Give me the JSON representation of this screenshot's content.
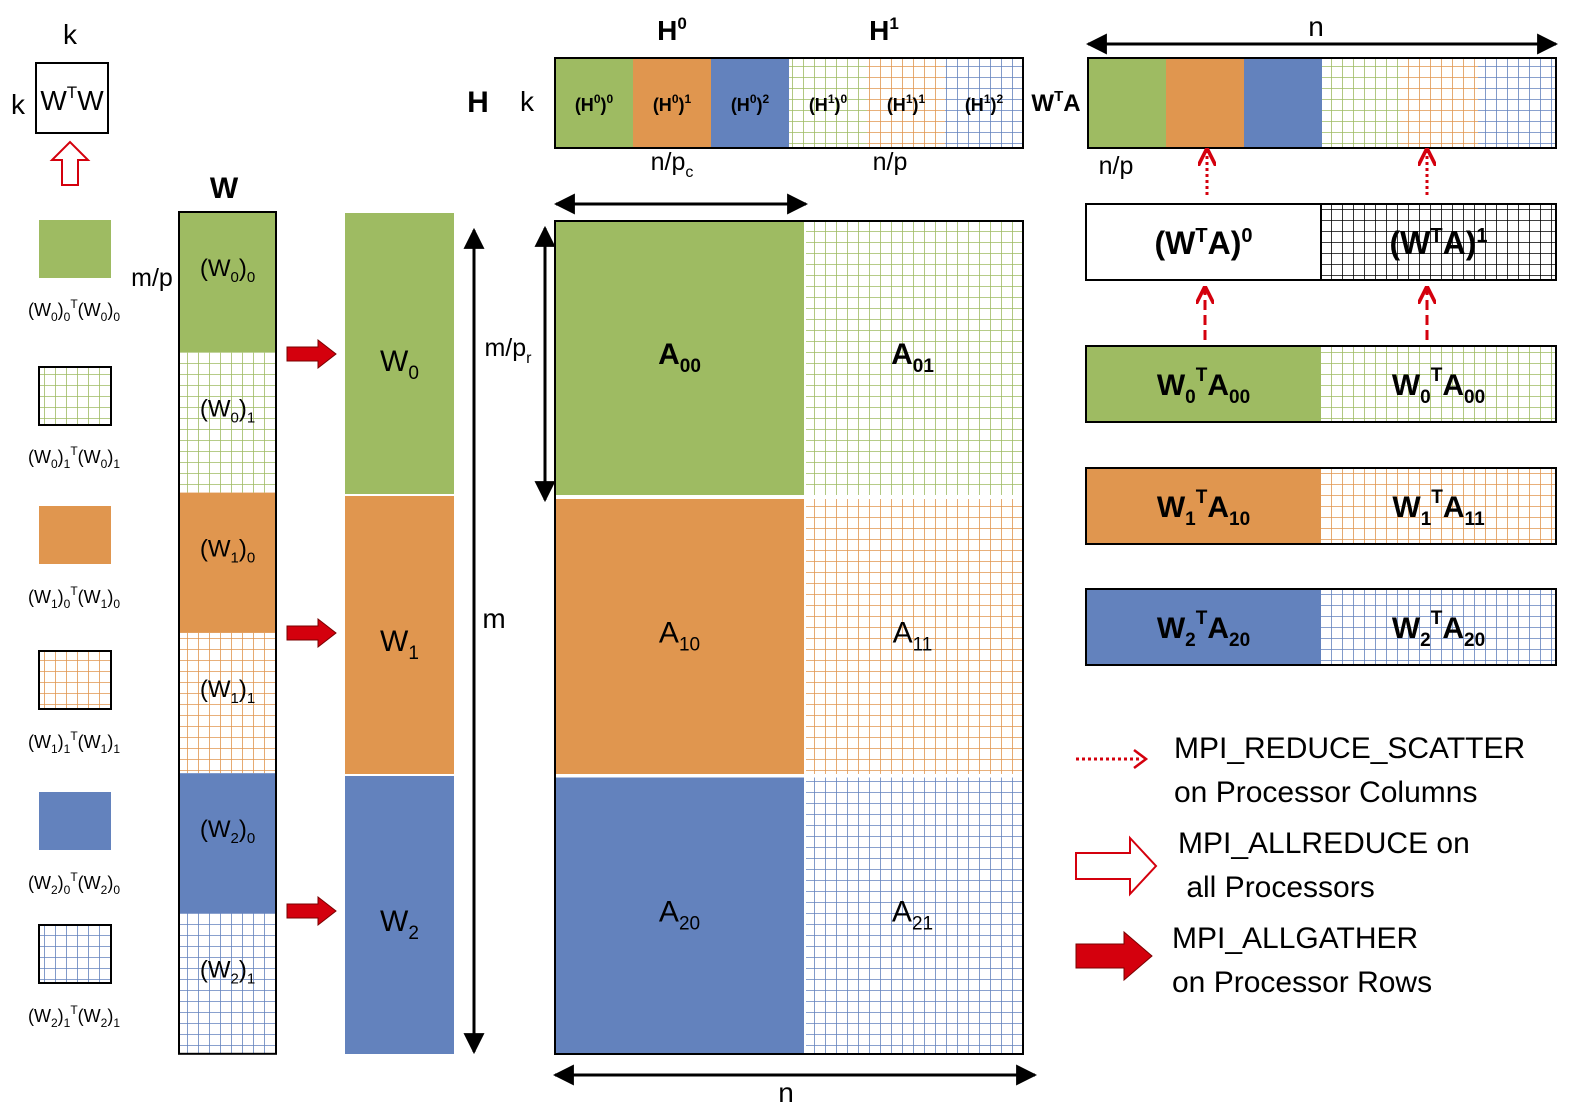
{
  "colors": {
    "green": "#9ebb62",
    "orange": "#e0964f",
    "blue": "#6382bd",
    "red": "#d4000d",
    "black": "#000000"
  },
  "wtw": {
    "k_top": "k",
    "k_left": "k",
    "box_label": {
      "base": "W",
      "sup": "T",
      "tail": "W"
    }
  },
  "w_column": {
    "title": "W",
    "side_label": "m/p",
    "blocks": [
      {
        "base": "(W",
        "sub1": "0",
        "close": ")",
        "sub2": "0",
        "color": "green",
        "pattern": "solid"
      },
      {
        "base": "(W",
        "sub1": "0",
        "close": ")",
        "sub2": "1",
        "color": "green",
        "pattern": "grid"
      },
      {
        "base": "(W",
        "sub1": "1",
        "close": ")",
        "sub2": "0",
        "color": "orange",
        "pattern": "solid"
      },
      {
        "base": "(W",
        "sub1": "1",
        "close": ")",
        "sub2": "1",
        "color": "orange",
        "pattern": "grid"
      },
      {
        "base": "(W",
        "sub1": "2",
        "close": ")",
        "sub2": "0",
        "color": "blue",
        "pattern": "solid"
      },
      {
        "base": "(W",
        "sub1": "2",
        "close": ")",
        "sub2": "1",
        "color": "blue",
        "pattern": "grid"
      }
    ]
  },
  "legend_left": [
    {
      "color": "green",
      "pattern": "solid",
      "label": "(W0)0T(W0)0",
      "i": "0",
      "j": "0"
    },
    {
      "color": "green",
      "pattern": "grid",
      "label": "(W0)1T(W0)1",
      "i": "0",
      "j": "1"
    },
    {
      "color": "orange",
      "pattern": "solid",
      "label": "(W1)0T(W1)0",
      "i": "1",
      "j": "0"
    },
    {
      "color": "orange",
      "pattern": "grid",
      "label": "(W1)1T(W1)1",
      "i": "1",
      "j": "1"
    },
    {
      "color": "blue",
      "pattern": "solid",
      "label": "(W2)0T(W2)0",
      "i": "2",
      "j": "0"
    },
    {
      "color": "blue",
      "pattern": "grid",
      "label": "(W2)1T(W2)1",
      "i": "2",
      "j": "1"
    }
  ],
  "w_gathered": {
    "blocks": [
      {
        "base": "W",
        "sub": "0",
        "color": "green"
      },
      {
        "base": "W",
        "sub": "1",
        "color": "orange"
      },
      {
        "base": "W",
        "sub": "2",
        "color": "blue"
      }
    ],
    "m_label": "m"
  },
  "h_row": {
    "label": "H",
    "k_label": "k",
    "group_labels": [
      {
        "base": "H",
        "sup": "0"
      },
      {
        "base": "H",
        "sup": "1"
      }
    ],
    "cells": [
      {
        "i": "0",
        "j": "0",
        "color": "green",
        "pattern": "solid"
      },
      {
        "i": "0",
        "j": "1",
        "color": "orange",
        "pattern": "solid"
      },
      {
        "i": "0",
        "j": "2",
        "color": "blue",
        "pattern": "solid"
      },
      {
        "i": "1",
        "j": "0",
        "color": "green",
        "pattern": "grid"
      },
      {
        "i": "1",
        "j": "1",
        "color": "orange",
        "pattern": "grid"
      },
      {
        "i": "1",
        "j": "2",
        "color": "blue",
        "pattern": "grid"
      }
    ],
    "npc": {
      "base": "n/p",
      "sub": "c"
    },
    "np": "n/p"
  },
  "a_matrix": {
    "mpr": {
      "base": "m/p",
      "sub": "r"
    },
    "n_label": "n",
    "blocks": [
      {
        "base": "A",
        "sub": "00",
        "color": "green",
        "pattern": "solid",
        "bold": true
      },
      {
        "base": "A",
        "sub": "01",
        "color": "green",
        "pattern": "grid",
        "bold": true
      },
      {
        "base": "A",
        "sub": "10",
        "color": "orange",
        "pattern": "solid",
        "bold": false
      },
      {
        "base": "A",
        "sub": "11",
        "color": "orange",
        "pattern": "grid",
        "bold": false
      },
      {
        "base": "A",
        "sub": "20",
        "color": "blue",
        "pattern": "solid",
        "bold": false
      },
      {
        "base": "A",
        "sub": "21",
        "color": "blue",
        "pattern": "grid",
        "bold": false
      }
    ]
  },
  "wta_row": {
    "label": {
      "base": "W",
      "sup": "T",
      "tail": "A"
    },
    "n_label": "n",
    "np": "n/p",
    "cells": [
      {
        "color": "green",
        "pattern": "solid"
      },
      {
        "color": "orange",
        "pattern": "solid"
      },
      {
        "color": "blue",
        "pattern": "solid"
      },
      {
        "color": "green",
        "pattern": "grid"
      },
      {
        "color": "orange",
        "pattern": "grid"
      },
      {
        "color": "blue",
        "pattern": "grid"
      }
    ]
  },
  "wta_split": [
    {
      "base": "(W",
      "sup": "T",
      "tail": "A)",
      "sup2": "0",
      "pattern": "white"
    },
    {
      "base": "(W",
      "sup": "T",
      "tail": "A)",
      "sup2": "1",
      "pattern": "blackgrid"
    }
  ],
  "products": [
    {
      "left": {
        "w": "0",
        "a": "00",
        "color": "green"
      },
      "right": {
        "w": "0",
        "a": "00",
        "color": "green"
      }
    },
    {
      "left": {
        "w": "1",
        "a": "10",
        "color": "orange"
      },
      "right": {
        "w": "1",
        "a": "11",
        "color": "orange"
      }
    },
    {
      "left": {
        "w": "2",
        "a": "20",
        "color": "blue"
      },
      "right": {
        "w": "2",
        "a": "20",
        "color": "blue"
      }
    }
  ],
  "legend_ops": [
    {
      "line1": "MPI_REDUCE_SCATTER",
      "line2": "on Processor Columns",
      "arrow": "dotted-red"
    },
    {
      "line1": "MPI_ALLREDUCE on",
      "line2": " all Processors",
      "arrow": "hollow-red"
    },
    {
      "line1": "MPI_ALLGATHER",
      "line2": "on Processor Rows",
      "arrow": "solid-red"
    }
  ]
}
